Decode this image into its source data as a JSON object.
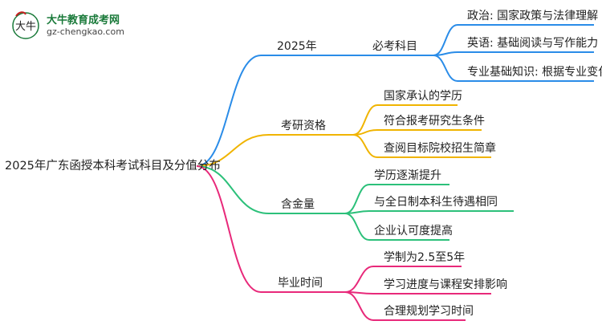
{
  "logo": {
    "name": "大牛教育成考网",
    "url": "gz-chengkao.com",
    "mark_text": "大牛"
  },
  "mindmap": {
    "root": "2025年广东函授本科考试科目及分值分布",
    "branches": [
      {
        "label": "2025年",
        "color": "#2a8ce8",
        "sub": {
          "label": "必考科目",
          "leaves": [
            "政治: 国家政策与法律理解",
            "英语: 基础阅读与写作能力",
            "专业基础知识: 根据专业变化"
          ]
        }
      },
      {
        "label": "考研资格",
        "color": "#f0b400",
        "leaves": [
          "国家承认的学历",
          "符合报考研究生条件",
          "查阅目标院校招生简章"
        ]
      },
      {
        "label": "含金量",
        "color": "#2cc07a",
        "leaves": [
          "学历逐渐提升",
          "与全日制本科生待遇相同",
          "企业认可度提高"
        ]
      },
      {
        "label": "毕业时间",
        "color": "#e8297a",
        "leaves": [
          "学制为2.5至5年",
          "学习进度与课程安排影响",
          "合理规划学习时间"
        ]
      }
    ]
  }
}
